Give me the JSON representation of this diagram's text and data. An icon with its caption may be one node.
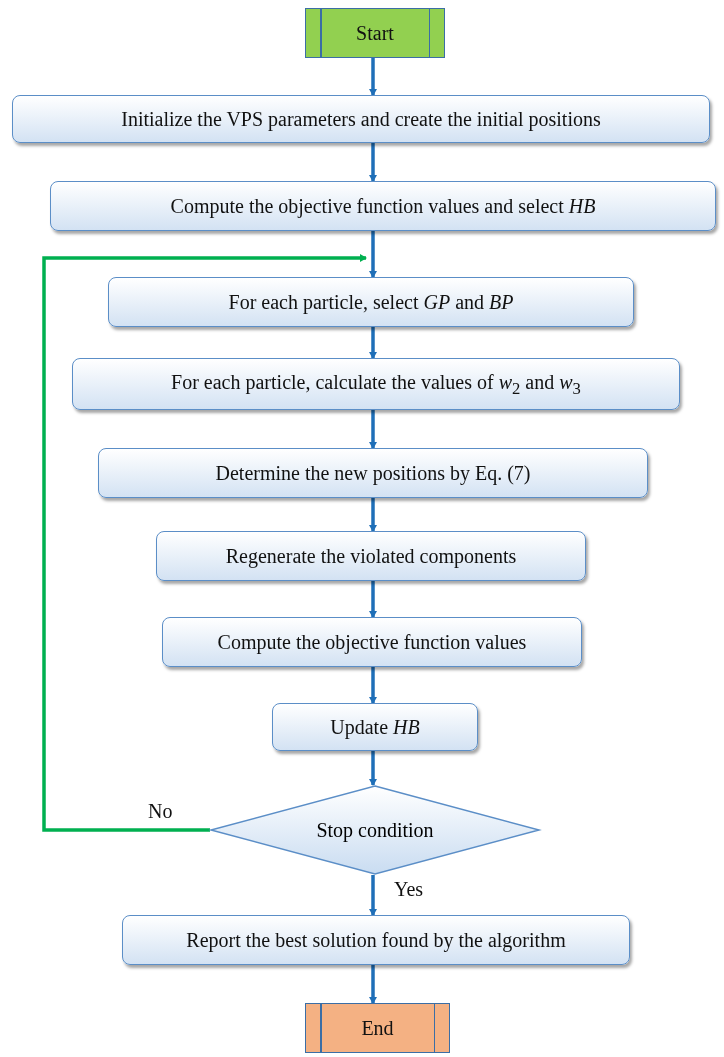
{
  "diagram": {
    "nodes": [
      {
        "text": [
          "Start"
        ]
      },
      {
        "text": [
          "Initialize the VPS parameters and create the initial positions"
        ]
      },
      {
        "text": [
          "Compute the objective function values and select *HB*"
        ]
      },
      {
        "text": [
          "For each particle, select *GP* and *BP*"
        ]
      },
      {
        "text": [
          "For each particle, calculate the values of *w*$_{2}$ and *w*$_{3}$"
        ]
      },
      {
        "text": [
          "Determine the new positions by Eq. (7)"
        ]
      },
      {
        "text": [
          "Regenerate the violated components"
        ]
      },
      {
        "text": [
          "Compute the objective function values"
        ]
      },
      {
        "text": [
          "Update *HB*"
        ]
      },
      {
        "text": [
          "Stop condition"
        ]
      },
      {
        "text": [
          "Report the best solution found by the algorithm"
        ]
      },
      {
        "text": [
          "End"
        ]
      }
    ],
    "edges": [
      {
        "from": 0,
        "to": 1,
        "arrow": "to"
      },
      {
        "from": 1,
        "to": 2,
        "arrow": "to"
      },
      {
        "from": 2,
        "to": 3,
        "arrow": "to"
      },
      {
        "from": 3,
        "to": 4,
        "arrow": "to"
      },
      {
        "from": 4,
        "to": 5,
        "arrow": "to"
      },
      {
        "from": 5,
        "to": 6,
        "arrow": "to"
      },
      {
        "from": 6,
        "to": 7,
        "arrow": "to"
      },
      {
        "from": 7,
        "to": 8,
        "arrow": "to"
      },
      {
        "from": 8,
        "to": 9,
        "arrow": "to"
      },
      {
        "from": 9,
        "to": 10,
        "arrow": "to",
        "label": "Yes"
      },
      {
        "from": 10,
        "to": 11,
        "arrow": "to"
      },
      {
        "from": 9,
        "to": 3,
        "arrow": "to",
        "label": "No",
        "color": "#00b050"
      }
    ]
  }
}
